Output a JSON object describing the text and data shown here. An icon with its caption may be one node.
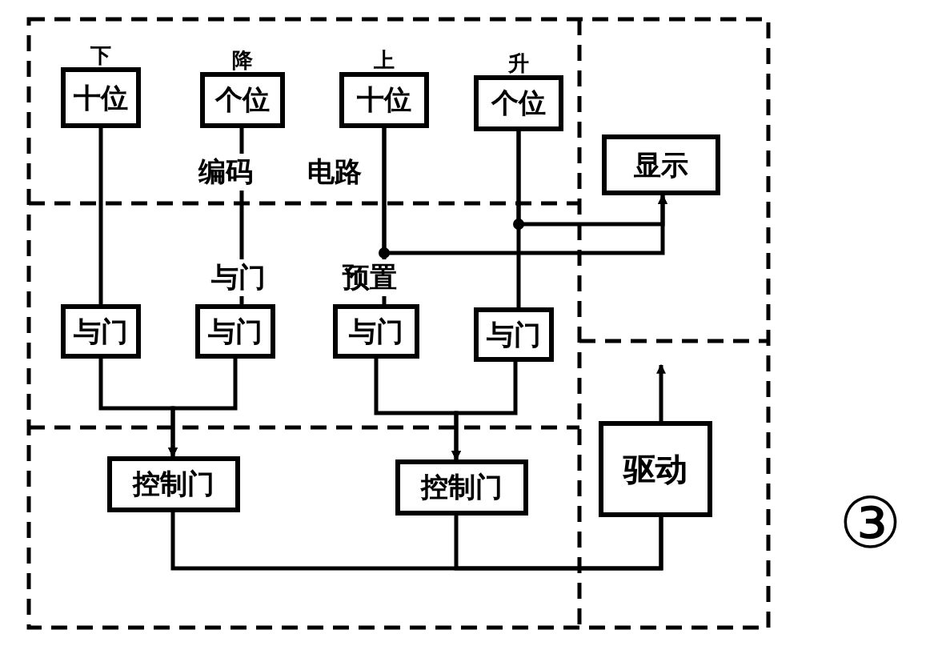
{
  "diagram": {
    "nodes": [
      {
        "text": [
          "十位"
        ],
        "beside": [
          "下"
        ]
      },
      {
        "text": [
          "个位"
        ],
        "beside": [
          "降"
        ]
      },
      {
        "text": [
          "十位"
        ],
        "beside": [
          "上"
        ]
      },
      {
        "text": [
          "个位"
        ],
        "beside": [
          "升"
        ]
      },
      {
        "text": [
          "显示"
        ]
      },
      {
        "text": [
          "与门"
        ]
      },
      {
        "text": [
          "与门"
        ]
      },
      {
        "text": [
          "与门"
        ]
      },
      {
        "text": [
          "与门"
        ]
      },
      {
        "text": [
          "控制门"
        ]
      },
      {
        "text": [
          "控制门"
        ]
      },
      {
        "text": [
          "驱动"
        ]
      }
    ],
    "edges": [
      {
        "from": 0,
        "to": 5,
        "arrow": "none"
      },
      {
        "from": 1,
        "to": 6,
        "arrow": "none"
      },
      {
        "from": 2,
        "to": 7,
        "arrow": "none"
      },
      {
        "from": 3,
        "to": 8,
        "arrow": "none"
      },
      {
        "from": 2,
        "to": 4,
        "arrow": "to"
      },
      {
        "from": 3,
        "to": 4,
        "arrow": "to"
      },
      {
        "from": 5,
        "to": 9,
        "arrow": "to"
      },
      {
        "from": 6,
        "to": 9,
        "arrow": "to"
      },
      {
        "from": 7,
        "to": 10,
        "arrow": "to"
      },
      {
        "from": 8,
        "to": 10,
        "arrow": "to"
      },
      {
        "from": 9,
        "to": 11,
        "arrow": "none"
      },
      {
        "from": 10,
        "to": 11,
        "arrow": "none"
      },
      {
        "from": 11,
        "to": null,
        "arrow": "to"
      }
    ],
    "labels": [
      "编码 电路",
      "与门",
      "预置",
      "③"
    ]
  }
}
